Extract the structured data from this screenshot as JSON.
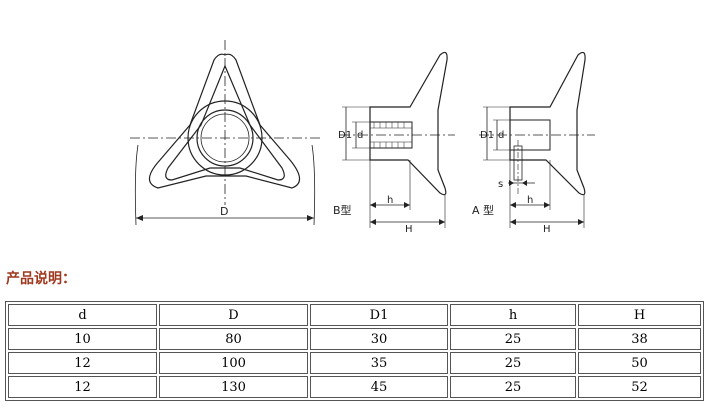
{
  "drawing": {
    "front_dim_label": "D",
    "b_type": {
      "label": "B型",
      "d1": "D1",
      "d": "d",
      "h": "h",
      "H": "H"
    },
    "a_type": {
      "label": "A 型",
      "d1": "D1",
      "d": "d",
      "s": "s",
      "h": "h",
      "H": "H"
    }
  },
  "section_title": "产品说明：",
  "table": {
    "headers": [
      "d",
      "D",
      "D1",
      "h",
      "H"
    ],
    "rows": [
      [
        "10",
        "80",
        "30",
        "25",
        "38"
      ],
      [
        "12",
        "100",
        "35",
        "25",
        "50"
      ],
      [
        "12",
        "130",
        "45",
        "25",
        "52"
      ]
    ]
  }
}
